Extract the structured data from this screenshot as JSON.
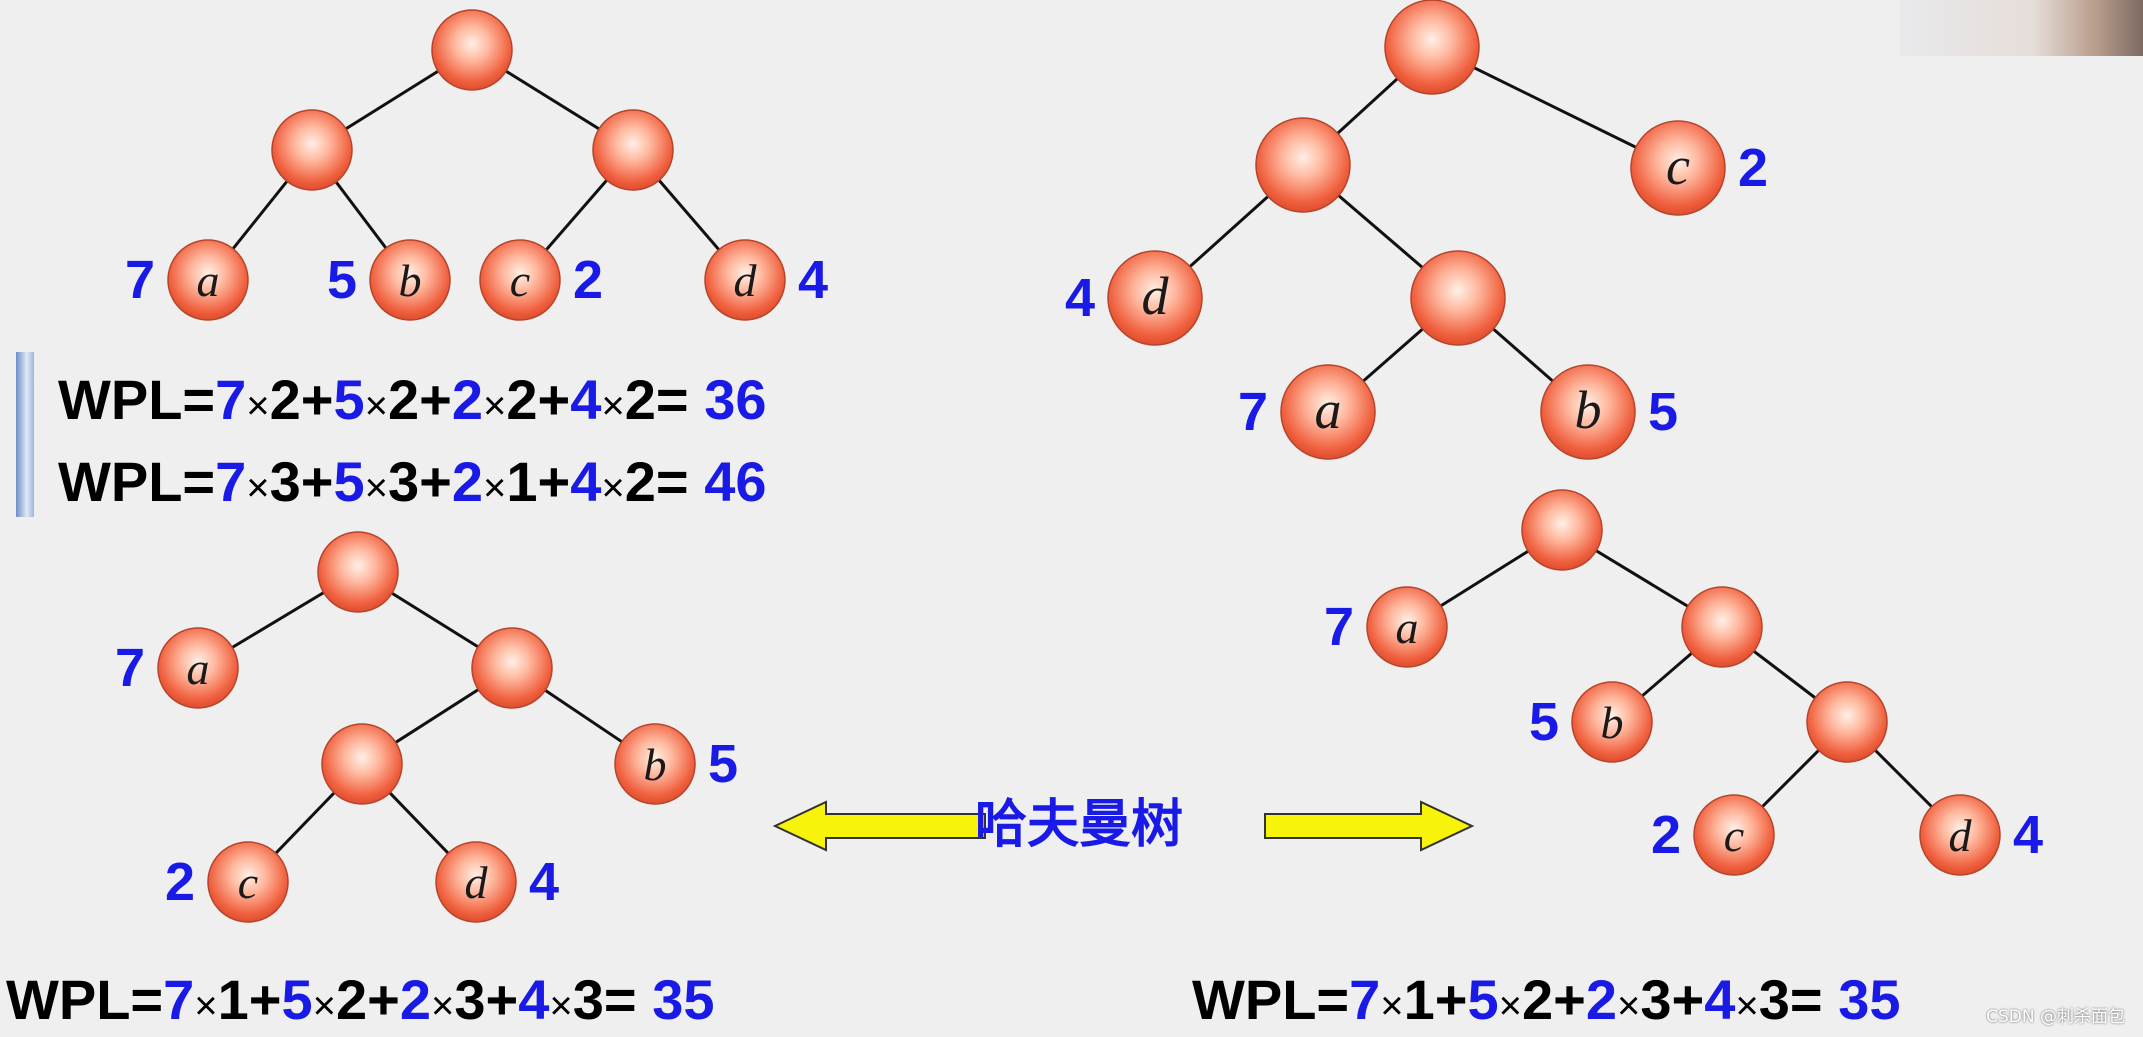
{
  "colors": {
    "number": "#1a1ae6",
    "node_fill": "#f06a4a",
    "node_highlight": "#ffe6d9",
    "edge": "#111111",
    "arrow_fill": "#f7f30a"
  },
  "trees": [
    {
      "nodes": [
        {
          "id": "r"
        },
        {
          "id": "L"
        },
        {
          "id": "R"
        },
        {
          "id": "a",
          "letter": "a",
          "weight": "7",
          "weight_side": "left"
        },
        {
          "id": "b",
          "letter": "b",
          "weight": "5",
          "weight_side": "left"
        },
        {
          "id": "c",
          "letter": "c",
          "weight": "2",
          "weight_side": "right"
        },
        {
          "id": "d",
          "letter": "d",
          "weight": "4",
          "weight_side": "right"
        }
      ],
      "edges": [
        [
          "r",
          "L"
        ],
        [
          "r",
          "R"
        ],
        [
          "L",
          "a"
        ],
        [
          "L",
          "b"
        ],
        [
          "R",
          "c"
        ],
        [
          "R",
          "d"
        ]
      ]
    },
    {
      "nodes": [
        {
          "id": "r"
        },
        {
          "id": "n1"
        },
        {
          "id": "n2"
        },
        {
          "id": "c",
          "letter": "c",
          "weight": "2",
          "weight_side": "right"
        },
        {
          "id": "d",
          "letter": "d",
          "weight": "4",
          "weight_side": "left"
        },
        {
          "id": "a",
          "letter": "a",
          "weight": "7",
          "weight_side": "left"
        },
        {
          "id": "b",
          "letter": "b",
          "weight": "5",
          "weight_side": "right"
        }
      ],
      "edges": [
        [
          "r",
          "n1"
        ],
        [
          "r",
          "c"
        ],
        [
          "n1",
          "d"
        ],
        [
          "n1",
          "n2"
        ],
        [
          "n2",
          "a"
        ],
        [
          "n2",
          "b"
        ]
      ]
    },
    {
      "nodes": [
        {
          "id": "r"
        },
        {
          "id": "n1"
        },
        {
          "id": "n2"
        },
        {
          "id": "a",
          "letter": "a",
          "weight": "7",
          "weight_side": "left"
        },
        {
          "id": "b",
          "letter": "b",
          "weight": "5",
          "weight_side": "right"
        },
        {
          "id": "c",
          "letter": "c",
          "weight": "2",
          "weight_side": "left"
        },
        {
          "id": "d",
          "letter": "d",
          "weight": "4",
          "weight_side": "right"
        }
      ],
      "edges": [
        [
          "r",
          "a"
        ],
        [
          "r",
          "n1"
        ],
        [
          "n1",
          "n2"
        ],
        [
          "n1",
          "b"
        ],
        [
          "n2",
          "c"
        ],
        [
          "n2",
          "d"
        ]
      ]
    },
    {
      "nodes": [
        {
          "id": "r"
        },
        {
          "id": "n1"
        },
        {
          "id": "n2"
        },
        {
          "id": "a",
          "letter": "a",
          "weight": "7",
          "weight_side": "left"
        },
        {
          "id": "b",
          "letter": "b",
          "weight": "5",
          "weight_side": "left"
        },
        {
          "id": "c",
          "letter": "c",
          "weight": "2",
          "weight_side": "left"
        },
        {
          "id": "d",
          "letter": "d",
          "weight": "4",
          "weight_side": "right"
        }
      ],
      "edges": [
        [
          "r",
          "a"
        ],
        [
          "r",
          "n1"
        ],
        [
          "n1",
          "b"
        ],
        [
          "n1",
          "n2"
        ],
        [
          "n2",
          "c"
        ],
        [
          "n2",
          "d"
        ]
      ]
    }
  ],
  "formulas": {
    "wpl1": {
      "prefix": "WPL=",
      "terms": [
        [
          "7",
          "2"
        ],
        [
          "5",
          "2"
        ],
        [
          "2",
          "2"
        ],
        [
          "4",
          "2"
        ]
      ],
      "result": "36"
    },
    "wpl2": {
      "prefix": "WPL=",
      "terms": [
        [
          "7",
          "3"
        ],
        [
          "5",
          "3"
        ],
        [
          "2",
          "1"
        ],
        [
          "4",
          "2"
        ]
      ],
      "result": "46"
    },
    "wpl3": {
      "prefix": "WPL=",
      "terms": [
        [
          "7",
          "1"
        ],
        [
          "5",
          "2"
        ],
        [
          "2",
          "3"
        ],
        [
          "4",
          "3"
        ]
      ],
      "result": "35"
    },
    "wpl4": {
      "prefix": "WPL=",
      "terms": [
        [
          "7",
          "1"
        ],
        [
          "5",
          "2"
        ],
        [
          "2",
          "3"
        ],
        [
          "4",
          "3"
        ]
      ],
      "result": "35"
    }
  },
  "center_label": "哈夫曼树",
  "watermark": "CSDN @刺杀面包"
}
